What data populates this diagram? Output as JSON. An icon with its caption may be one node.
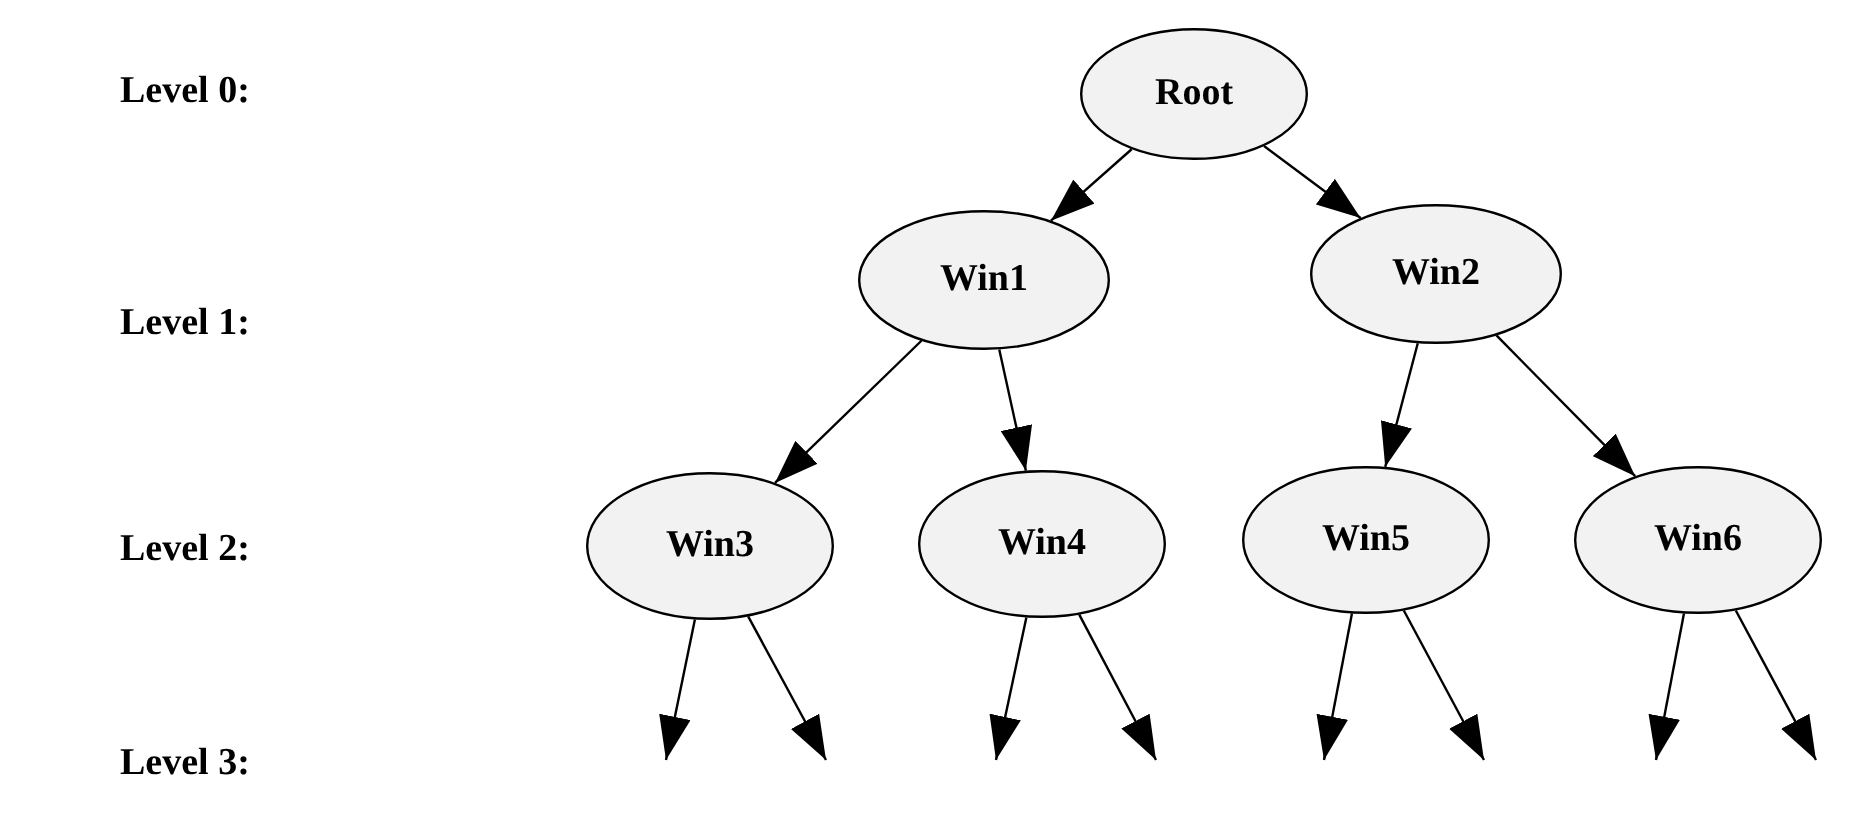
{
  "diagram": {
    "nodes": [
      {
        "text": [
          "Root"
        ]
      },
      {
        "text": [
          "Win1"
        ]
      },
      {
        "text": [
          "Win2"
        ]
      },
      {
        "text": [
          "Win3"
        ]
      },
      {
        "text": [
          "Win4"
        ]
      },
      {
        "text": [
          "Win5"
        ]
      },
      {
        "text": [
          "Win6"
        ]
      }
    ],
    "edges": [
      {
        "from": 0,
        "to": 1,
        "arrow": "to"
      },
      {
        "from": 0,
        "to": 2,
        "arrow": "to"
      },
      {
        "from": 1,
        "to": 3,
        "arrow": "to"
      },
      {
        "from": 1,
        "to": 4,
        "arrow": "to"
      },
      {
        "from": 2,
        "to": 5,
        "arrow": "to"
      },
      {
        "from": 2,
        "to": 6,
        "arrow": "to"
      },
      {
        "from": 3,
        "to": null,
        "arrow": "to"
      },
      {
        "from": 3,
        "to": null,
        "arrow": "to"
      },
      {
        "from": 4,
        "to": null,
        "arrow": "to"
      },
      {
        "from": 4,
        "to": null,
        "arrow": "to"
      },
      {
        "from": 5,
        "to": null,
        "arrow": "to"
      },
      {
        "from": 5,
        "to": null,
        "arrow": "to"
      },
      {
        "from": 6,
        "to": null,
        "arrow": "to"
      },
      {
        "from": 6,
        "to": null,
        "arrow": "to"
      }
    ],
    "labels": [
      "Level 0:",
      "Level 1:",
      "Level 2:",
      "Level 3:"
    ]
  }
}
